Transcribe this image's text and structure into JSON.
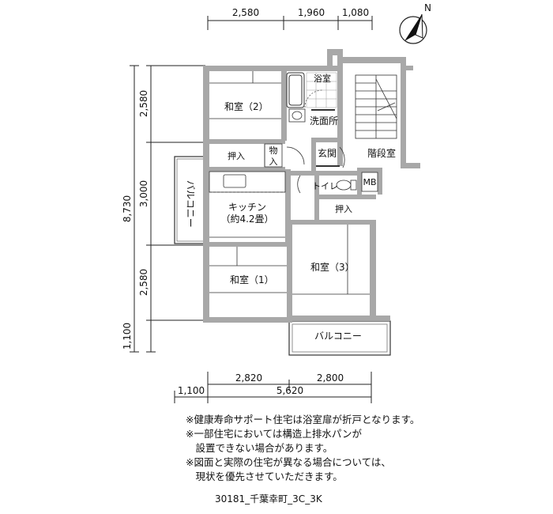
{
  "dimensions": {
    "top": [
      "2,580",
      "1,960",
      "1,080"
    ],
    "left_total": "8,730",
    "left": [
      "2,580",
      "3,000",
      "2,580",
      "1,100"
    ],
    "bottom": [
      "2,820",
      "2,800"
    ],
    "bottom_total": [
      "1,100",
      "5,620"
    ]
  },
  "rooms": {
    "washitsu2": "和室（2）",
    "bath": "浴室",
    "senmen": "洗面所",
    "oshiire_top": "押入",
    "mono": [
      "物",
      "入"
    ],
    "genkan": "玄関",
    "kaidan": "階段室",
    "toilet": "トイレ",
    "mb": "MB",
    "kitchen": [
      "キッチン",
      "（約4.2畳）"
    ],
    "balcony_side": "バルコニー",
    "oshiire_mid": "押入",
    "washitsu3": "和室（3）",
    "washitsu1": "和室（1）",
    "balcony_bottom": "バルコニー"
  },
  "north_label": "N",
  "notes": [
    "※健康寿命サポート住宅は浴室扉が折戸となります。",
    "※一部住宅においては構造上排水パンが",
    "　設置できない場合があります。",
    "※図面と実際の住宅が異なる場合については、",
    "　現状を優先させていただきます。"
  ],
  "reference": "30181_千葉幸町_3C_3K"
}
